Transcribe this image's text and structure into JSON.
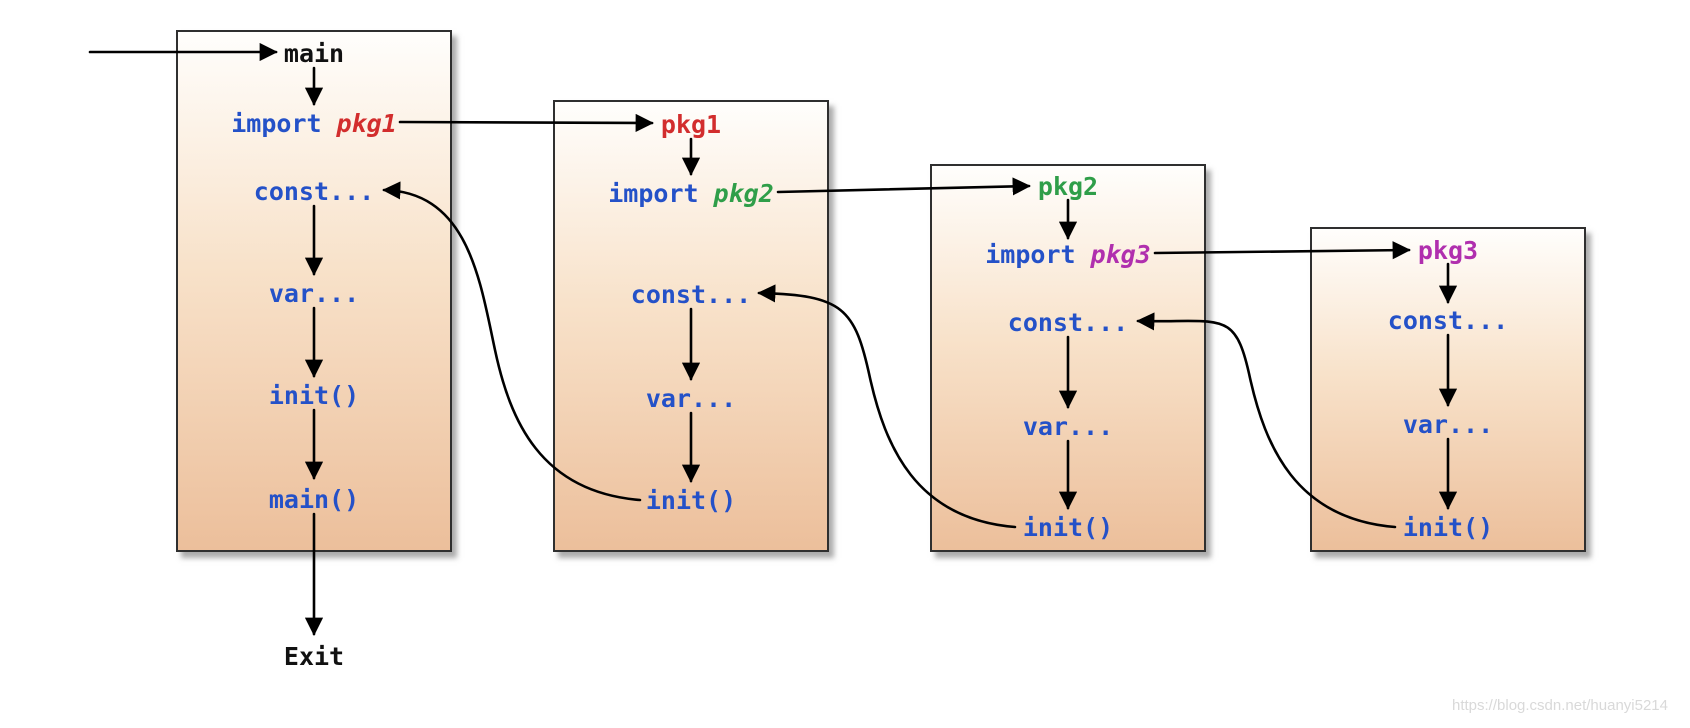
{
  "diagram": {
    "exit_label": "Exit",
    "watermark": "https://blog.csdn.net/huanyi5214"
  },
  "colors": {
    "keyword_blue": "#2451c8",
    "pkg1_red": "#d22d2d",
    "pkg2_green": "#2f9e49",
    "pkg3_magenta": "#b02fae",
    "box_fill_top": "#fffefc",
    "box_fill_bottom": "#ecbf9b",
    "box_border": "#2f2f2f",
    "arrow_black": "#000000"
  },
  "boxes": {
    "main": {
      "title": "main",
      "import_keyword": "import",
      "import_pkg": "pkg1",
      "const_stmt": "const...",
      "var_stmt": "var...",
      "init_stmt": "init()",
      "main_stmt": "main()"
    },
    "pkg1": {
      "title": "pkg1",
      "import_keyword": "import",
      "import_pkg": "pkg2",
      "const_stmt": "const...",
      "var_stmt": "var...",
      "init_stmt": "init()"
    },
    "pkg2": {
      "title": "pkg2",
      "import_keyword": "import",
      "import_pkg": "pkg3",
      "const_stmt": "const...",
      "var_stmt": "var...",
      "init_stmt": "init()"
    },
    "pkg3": {
      "title": "pkg3",
      "const_stmt": "const...",
      "var_stmt": "var...",
      "init_stmt": "init()"
    }
  }
}
